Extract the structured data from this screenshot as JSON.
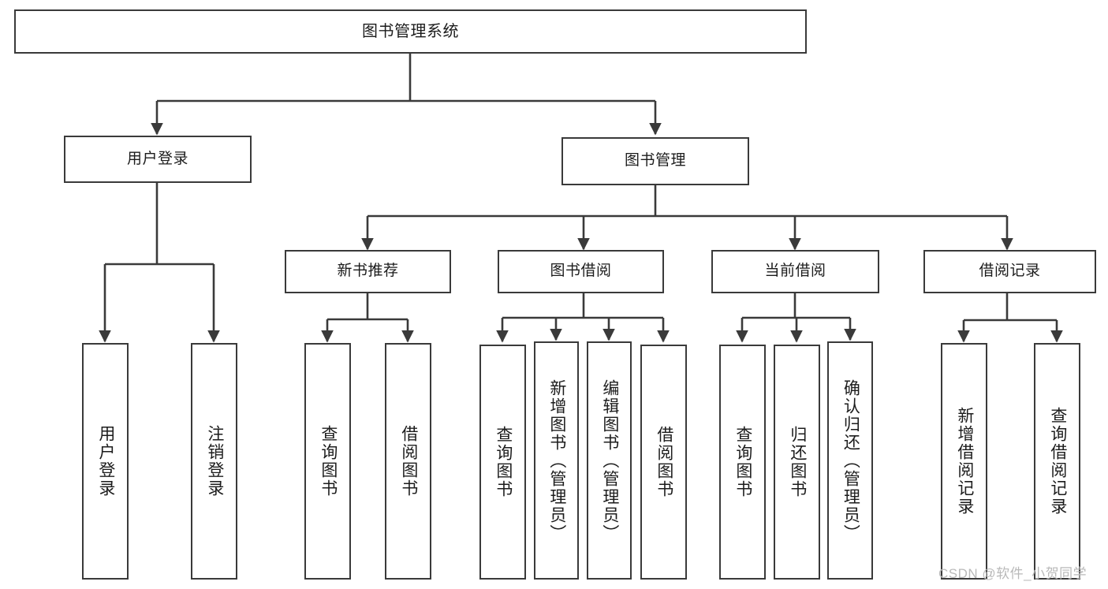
{
  "diagram": {
    "title": "图书管理系统",
    "type": "tree-hierarchy",
    "colors": {
      "box_border": "#3a3a3a",
      "box_fill": "#ffffff",
      "connector": "#3a3a3a",
      "text": "#1c1c1c",
      "watermark": "#b9b9b9",
      "background": "#ffffff"
    },
    "root": {
      "label": "图书管理系统"
    },
    "level2": [
      {
        "label": "用户登录"
      },
      {
        "label": "图书管理"
      }
    ],
    "level3": [
      {
        "label": "新书推荐"
      },
      {
        "label": "图书借阅"
      },
      {
        "label": "当前借阅"
      },
      {
        "label": "借阅记录"
      }
    ],
    "leaves": {
      "user_login": [
        {
          "label": "用户登录"
        },
        {
          "label": "注销登录"
        }
      ],
      "new_book_recommend": [
        {
          "label": "查询图书"
        },
        {
          "label": "借阅图书"
        }
      ],
      "book_borrow": [
        {
          "label": "查询图书"
        },
        {
          "label": "新增图书（管理员）"
        },
        {
          "label": "编辑图书（管理员）"
        },
        {
          "label": "借阅图书"
        }
      ],
      "current_borrow": [
        {
          "label": "查询图书"
        },
        {
          "label": "归还图书"
        },
        {
          "label": "确认归还（管理员）"
        }
      ],
      "borrow_record": [
        {
          "label": "新增借阅记录"
        },
        {
          "label": "查询借阅记录"
        }
      ]
    }
  },
  "watermark": {
    "text": "CSDN @软件_小贺同学"
  }
}
